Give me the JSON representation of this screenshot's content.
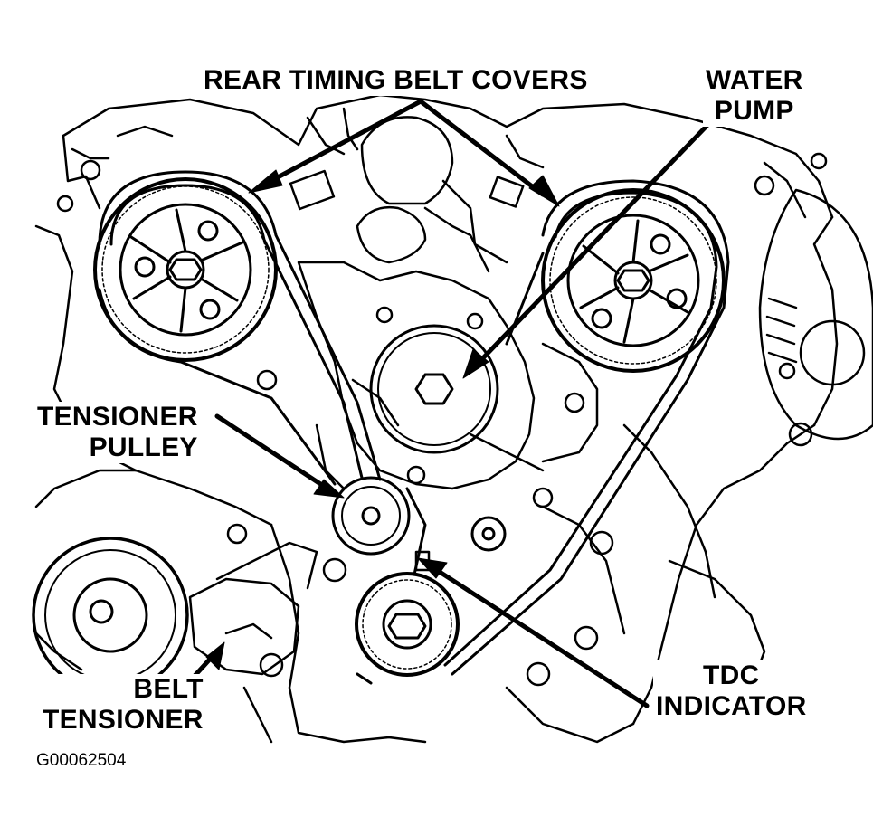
{
  "labels": {
    "rear_timing_belt_covers": "REAR TIMING BELT COVERS",
    "water_pump": [
      "WATER",
      "PUMP"
    ],
    "tensioner_pulley": [
      "TENSIONER",
      "PULLEY"
    ],
    "belt_tensioner": [
      "BELT",
      "TENSIONER"
    ],
    "tdc_indicator": [
      "TDC",
      "INDICATOR"
    ]
  },
  "figure_id": "G00062504",
  "colors": {
    "ink": "#000000",
    "paper": "#ffffff"
  }
}
